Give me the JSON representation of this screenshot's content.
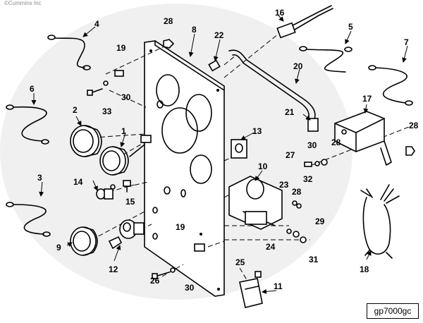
{
  "copyright": "©Cummins Inc",
  "drawing_id": "gp7000gc",
  "callouts": [
    {
      "id": "c1",
      "label": "1"
    },
    {
      "id": "c2",
      "label": "2"
    },
    {
      "id": "c3",
      "label": "3"
    },
    {
      "id": "c4",
      "label": "4"
    },
    {
      "id": "c5",
      "label": "5"
    },
    {
      "id": "c6",
      "label": "6"
    },
    {
      "id": "c7",
      "label": "7"
    },
    {
      "id": "c8",
      "label": "8"
    },
    {
      "id": "c9",
      "label": "9"
    },
    {
      "id": "c10",
      "label": "10"
    },
    {
      "id": "c11",
      "label": "11"
    },
    {
      "id": "c12",
      "label": "12"
    },
    {
      "id": "c13",
      "label": "13"
    },
    {
      "id": "c14",
      "label": "14"
    },
    {
      "id": "c15",
      "label": "15"
    },
    {
      "id": "c16",
      "label": "16"
    },
    {
      "id": "c17",
      "label": "17"
    },
    {
      "id": "c18",
      "label": "18"
    },
    {
      "id": "c19a",
      "label": "19"
    },
    {
      "id": "c19b",
      "label": "19"
    },
    {
      "id": "c20",
      "label": "20"
    },
    {
      "id": "c21",
      "label": "21"
    },
    {
      "id": "c22",
      "label": "22"
    },
    {
      "id": "c23",
      "label": "23"
    },
    {
      "id": "c24",
      "label": "24"
    },
    {
      "id": "c25",
      "label": "25"
    },
    {
      "id": "c26",
      "label": "26"
    },
    {
      "id": "c27",
      "label": "27"
    },
    {
      "id": "c28a",
      "label": "28"
    },
    {
      "id": "c28b",
      "label": "28"
    },
    {
      "id": "c28c",
      "label": "28"
    },
    {
      "id": "c28d",
      "label": "28"
    },
    {
      "id": "c29",
      "label": "29"
    },
    {
      "id": "c30a",
      "label": "30"
    },
    {
      "id": "c30b",
      "label": "30"
    },
    {
      "id": "c30c",
      "label": "30"
    },
    {
      "id": "c31",
      "label": "31"
    },
    {
      "id": "c32",
      "label": "32"
    },
    {
      "id": "c33",
      "label": "33"
    }
  ]
}
